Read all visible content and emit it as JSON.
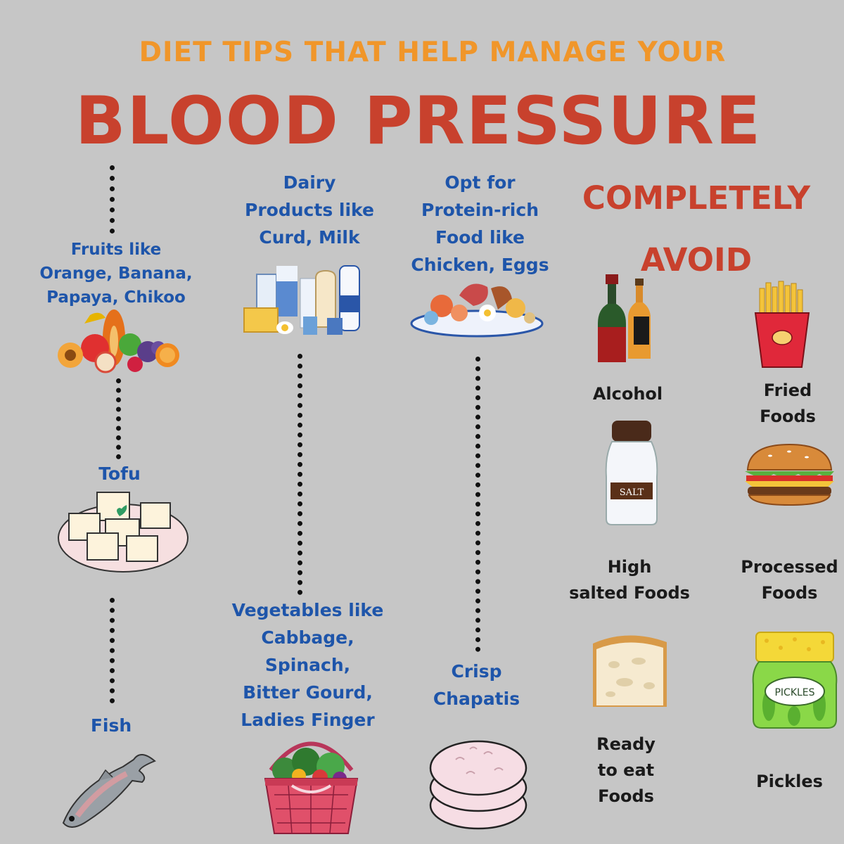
{
  "header": {
    "subtitle": "DIET TIPS THAT HELP MANAGE YOUR",
    "title": "BLOOD PRESSURE"
  },
  "recommended": {
    "fruits": "Fruits like\nOrange, Banana,\nPapaya, Chikoo",
    "tofu": "Tofu",
    "fish": "Fish",
    "dairy": "Dairy\nProducts like\nCurd, Milk",
    "vegetables": "Vegetables like\nCabbage,\nSpinach,\nBitter Gourd,\nLadies Finger",
    "protein": "Opt for\nProtein-rich\nFood like\nChicken, Eggs",
    "chapatis": "Crisp\nChapatis"
  },
  "avoid": {
    "heading": "COMPLETELY\nAVOID",
    "items": {
      "alcohol": "Alcohol",
      "fried": "Fried\nFoods",
      "salt": "High\nsalted Foods",
      "processed": "Processed\nFoods",
      "ready": "Ready\nto eat\nFoods",
      "pickles": "Pickles"
    }
  },
  "labels": {
    "salt_jar": "SALT",
    "pickle_jar": "PICKLES"
  },
  "colors": {
    "background": "#c6c6c6",
    "subtitle": "#f0962a",
    "title": "#c8412d",
    "recommended_text": "#1e55aa",
    "avoid_text": "#1a1a1a"
  }
}
